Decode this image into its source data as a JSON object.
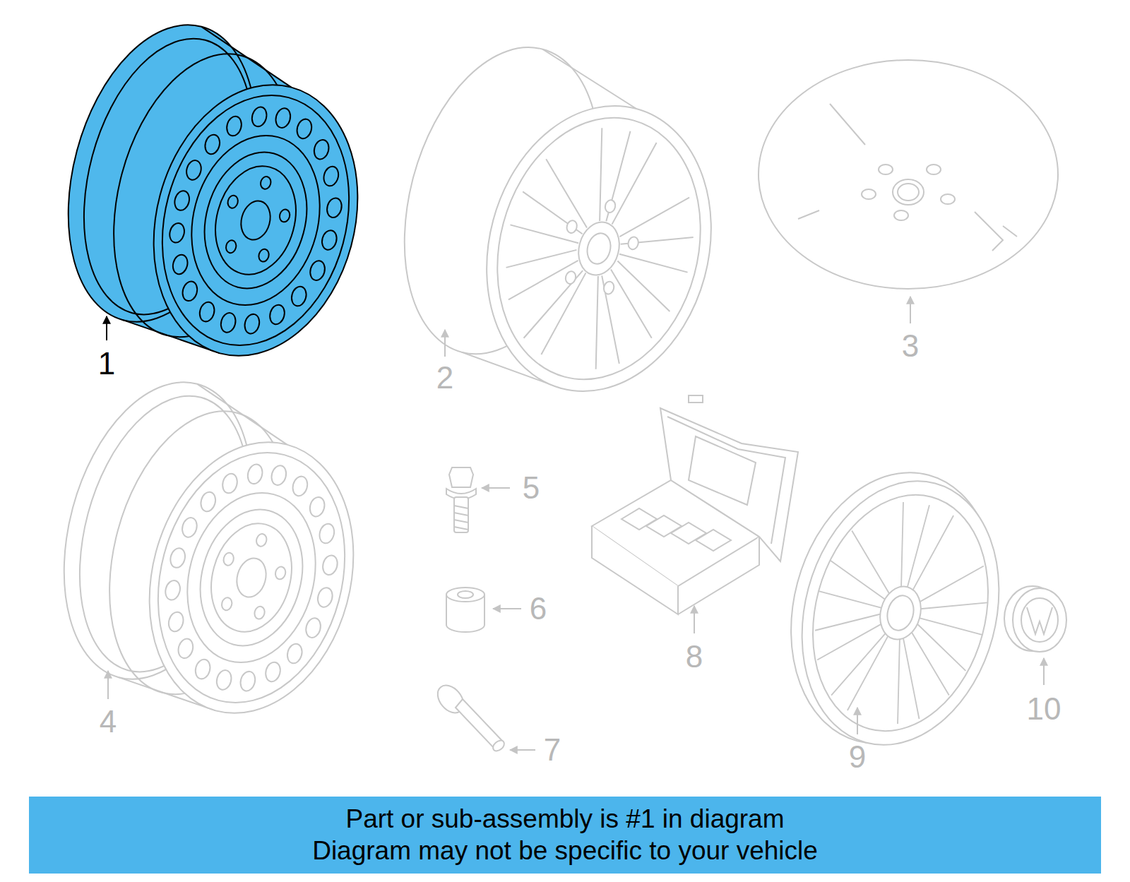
{
  "diagram": {
    "nodes": [
      {
        "text": [
          "Part or sub-assembly is #1 in diagram",
          "Diagram may not be specific to your vehicle"
        ]
      }
    ],
    "edges": [],
    "labels": [
      "1",
      "2",
      "3",
      "4",
      "5",
      "6",
      "7",
      "8",
      "9",
      "10"
    ]
  }
}
